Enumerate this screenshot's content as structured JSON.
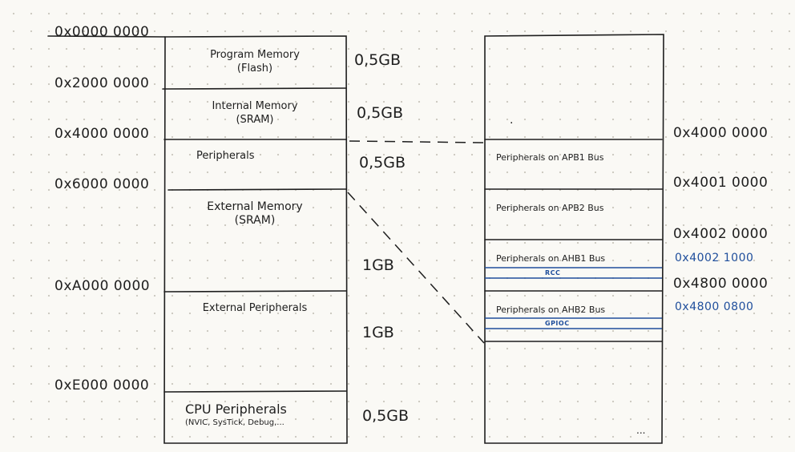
{
  "left_addresses": [
    "0x0000 0000",
    "0x2000 0000",
    "0x4000 0000",
    "0x6000 0000",
    "0xA000 0000",
    "0xE000 0000"
  ],
  "left_regions": [
    {
      "name": "Program Memory",
      "detail": "(Flash)",
      "size": "0,5GB"
    },
    {
      "name": "Internal Memory",
      "detail": "(SRAM)",
      "size": "0,5GB"
    },
    {
      "name": "Peripherals",
      "detail": "",
      "size": "0,5GB"
    },
    {
      "name": "External Memory",
      "detail": "(SRAM)",
      "size": "1GB"
    },
    {
      "name": "External Peripherals",
      "detail": "",
      "size": "1GB"
    },
    {
      "name": "CPU Peripherals",
      "detail": "(NVIC, SysTick, Debug,...",
      "size": "0,5GB"
    }
  ],
  "right_regions": [
    {
      "name": "Peripherals on APB1 Bus"
    },
    {
      "name": "Peripherals on APB2 Bus"
    },
    {
      "name": "Peripherals on AHB1 Bus",
      "sub": "RCC"
    },
    {
      "name": "Peripherals on AHB2 Bus",
      "sub": "GPIOC"
    }
  ],
  "right_addresses": [
    "0x4000 0000",
    "0x4001 0000",
    "0x4002 0000",
    "0x4800 0000"
  ],
  "right_sub_addresses": [
    "0x4002 1000",
    "0x4800 0800"
  ],
  "right_top_dot": ".",
  "right_bottom_ellipsis": "...",
  "colors": {
    "ink": "#1e1e1e",
    "accent_blue": "#1f4e9c",
    "dots": "#c9c6bd"
  }
}
